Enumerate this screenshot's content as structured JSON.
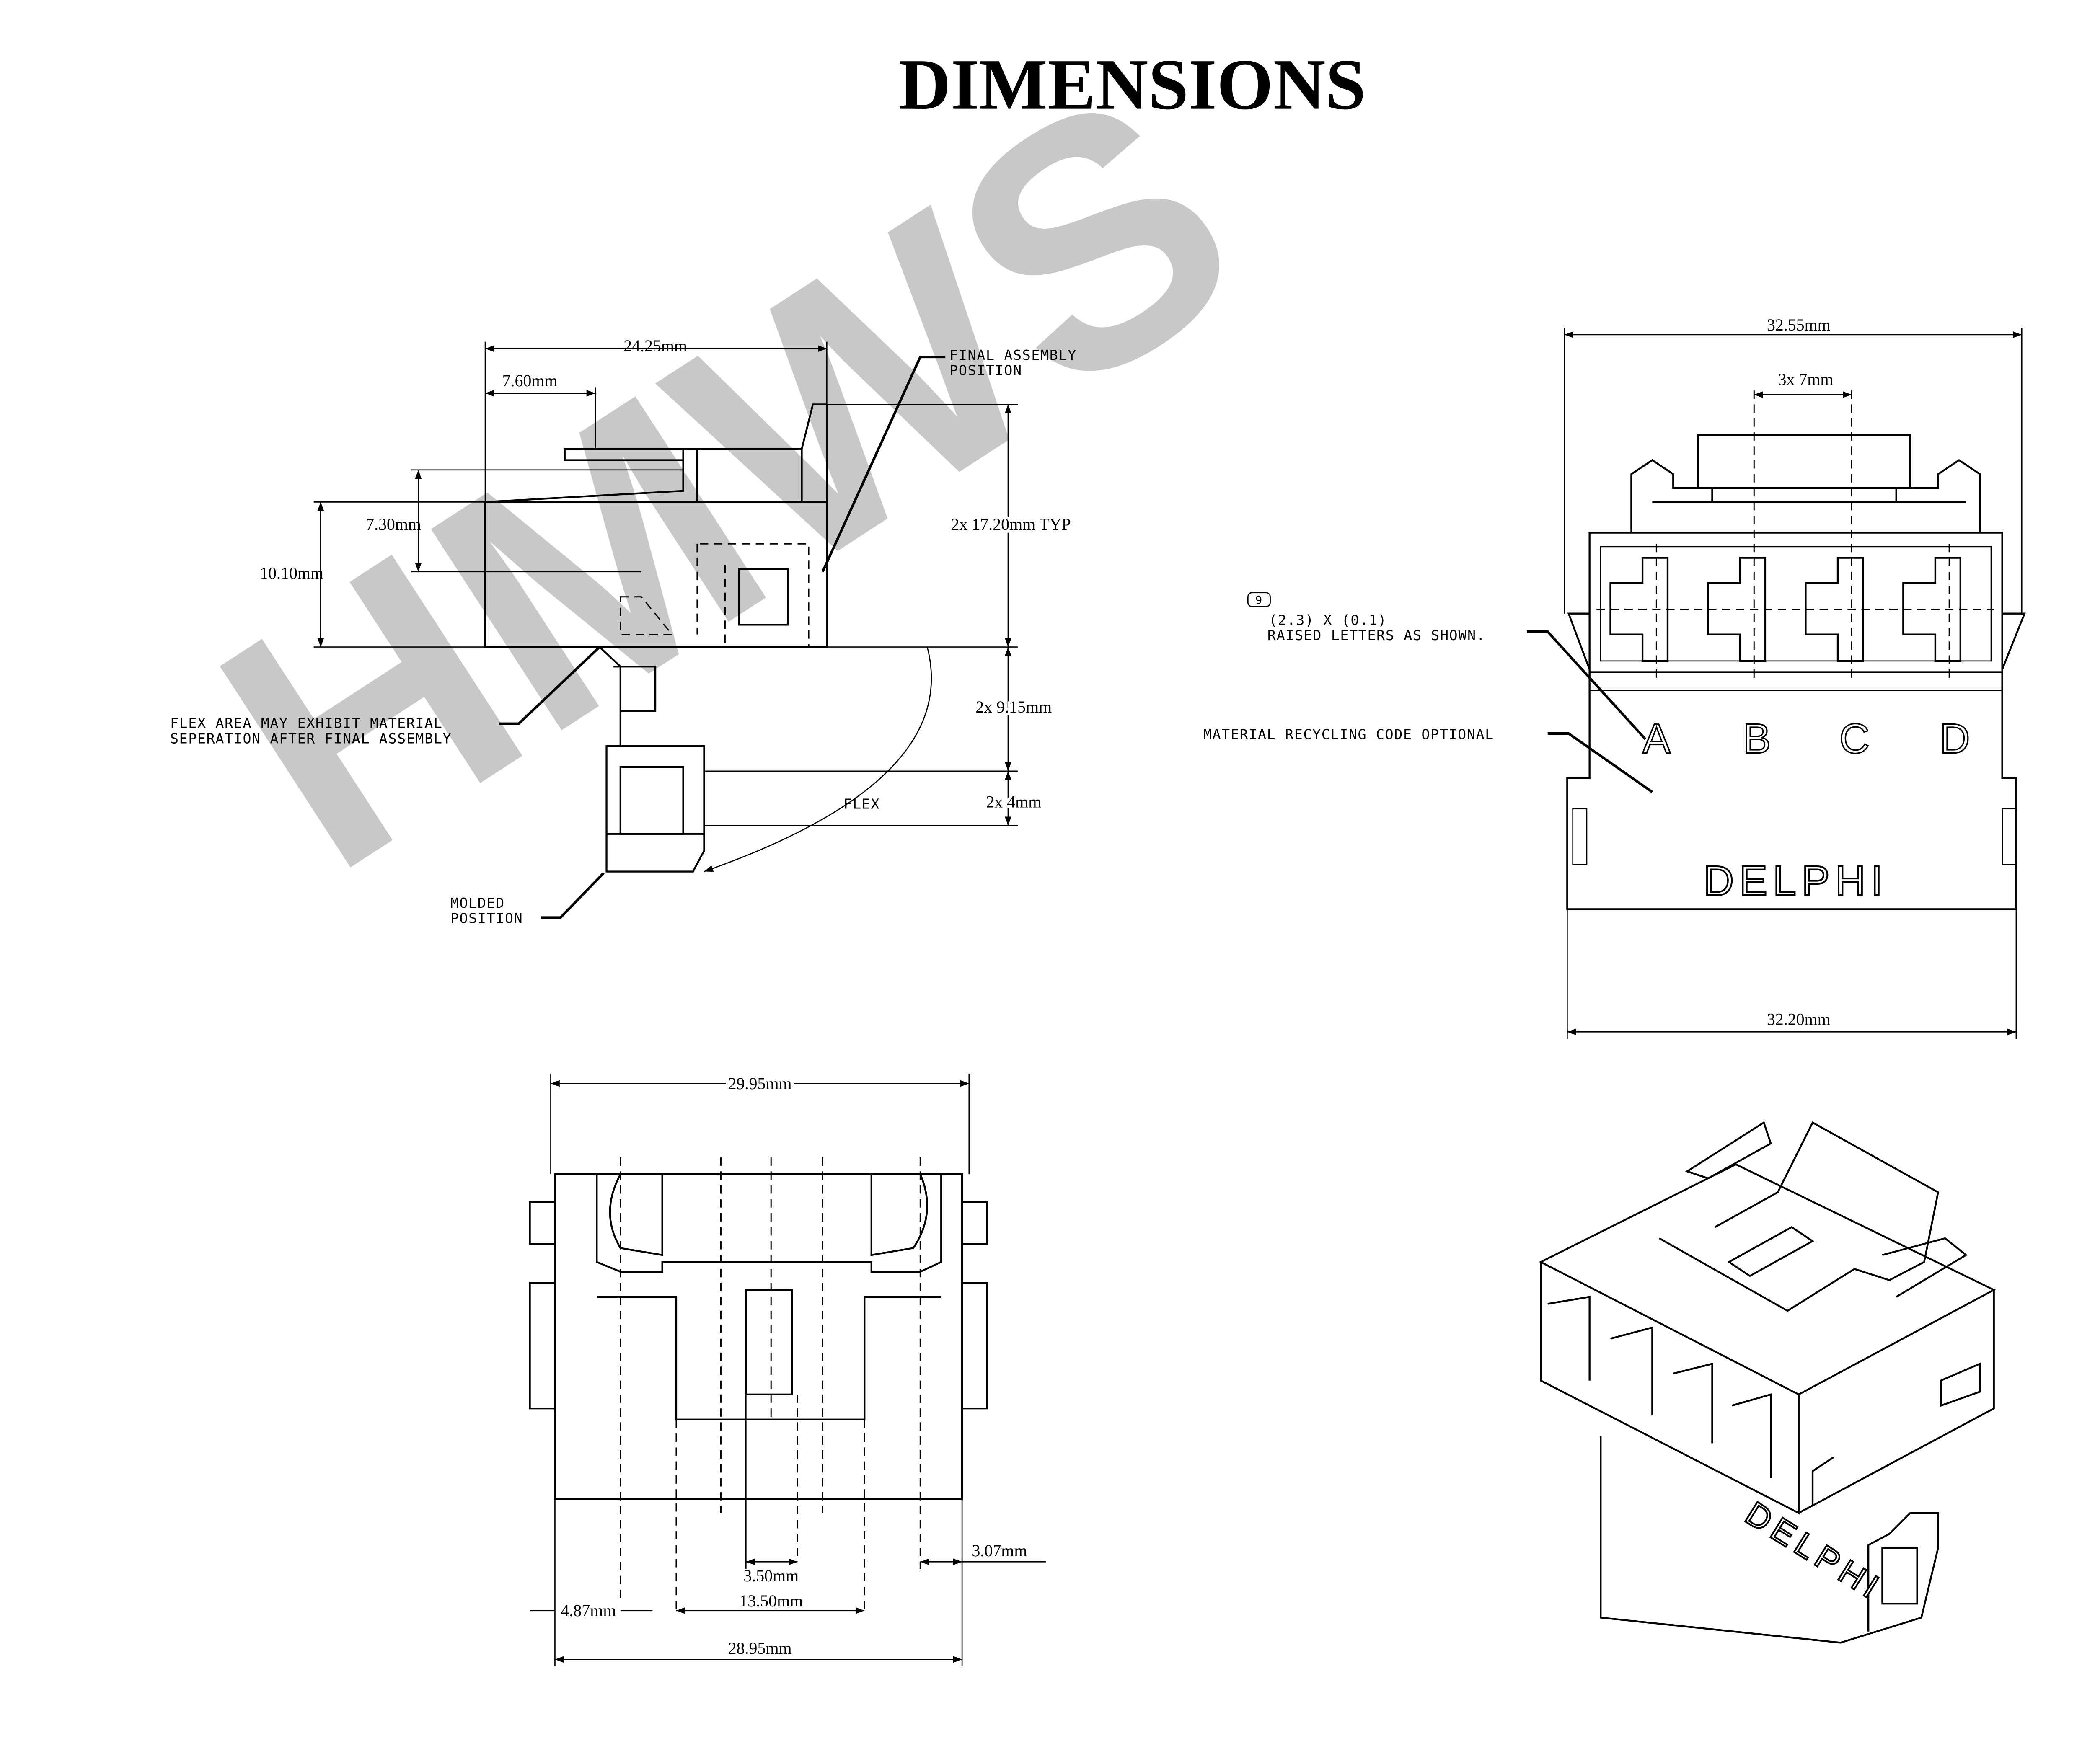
{
  "title": "DIMENSIONS",
  "watermark": "HMWS",
  "side_view": {
    "dims": {
      "overall_length": "24.25mm",
      "latch_length": "7.60mm",
      "height_a": "7.30mm",
      "height_b": "10.10mm",
      "typ_height": "2x 17.20mm TYP",
      "flex_drop": "2x 9.15mm",
      "tab": "2x 4mm"
    },
    "notes": {
      "final_assembly_1": "FINAL ASSEMBLY",
      "final_assembly_2": "POSITION",
      "flex_area_1": "FLEX AREA MAY EXHIBIT MATERIAL",
      "flex_area_2": "SEPERATION AFTER FINAL ASSEMBLY",
      "flex": "FLEX",
      "molded_1": "MOLDED",
      "molded_2": "POSITION"
    }
  },
  "front_view": {
    "dims": {
      "top_width": "32.55mm",
      "pitch": "3x 7mm",
      "bottom_width": "32.20mm"
    },
    "notes": {
      "callout_number": "9",
      "raised_size": "(2.3) X (0.1)",
      "raised_letters": "RAISED LETTERS AS SHOWN.",
      "recycling": "MATERIAL RECYCLING CODE OPTIONAL"
    },
    "pin_labels": [
      "A",
      "B",
      "C",
      "D"
    ],
    "logo_text": "DELPHI"
  },
  "bottom_view": {
    "dims": {
      "overall_width": "29.95mm",
      "offset_right": "3.07mm",
      "slot": "3.50mm",
      "offset_left": "4.87mm",
      "center_span": "13.50mm",
      "base_width": "28.95mm"
    }
  },
  "iso_view": {
    "logo_text": "DELPHI"
  }
}
